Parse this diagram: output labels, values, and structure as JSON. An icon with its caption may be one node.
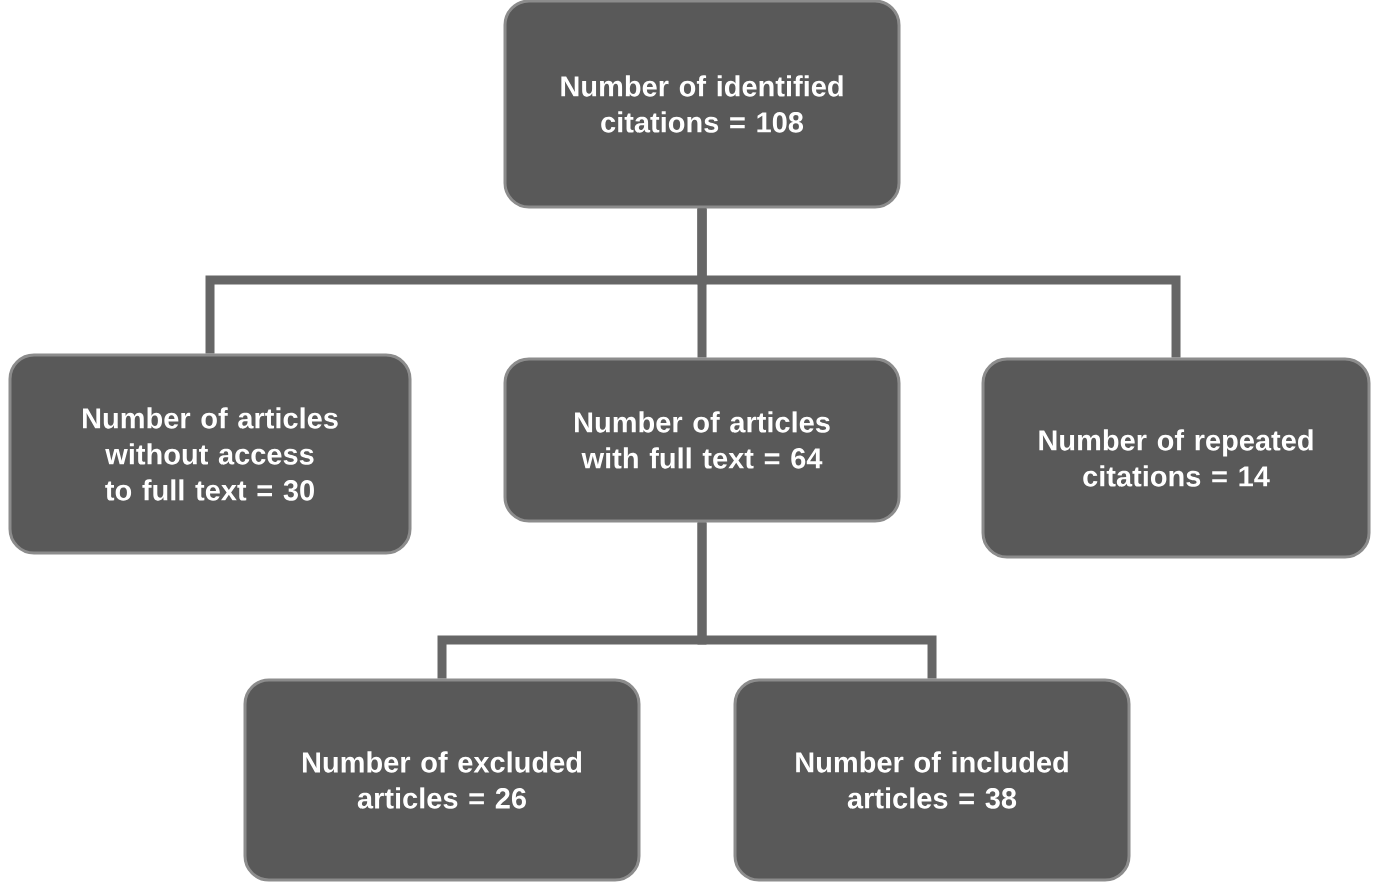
{
  "diagram": {
    "nodes": [
      {
        "text": [
          "Number of identified citations = 108"
        ]
      },
      {
        "text": [
          "Number of articles without access to full text = 30"
        ]
      },
      {
        "text": [
          "Number of articles with full text = 64"
        ]
      },
      {
        "text": [
          "Number of repeated citations = 14"
        ]
      },
      {
        "text": [
          "Number of excluded articles = 26"
        ]
      },
      {
        "text": [
          "Number of included articles = 38"
        ]
      }
    ],
    "edges": [
      {
        "from": 0,
        "to": 1,
        "arrow": "none"
      },
      {
        "from": 0,
        "to": 2,
        "arrow": "none"
      },
      {
        "from": 0,
        "to": 3,
        "arrow": "none"
      },
      {
        "from": 2,
        "to": 4,
        "arrow": "none"
      },
      {
        "from": 2,
        "to": 5,
        "arrow": "none"
      }
    ]
  }
}
